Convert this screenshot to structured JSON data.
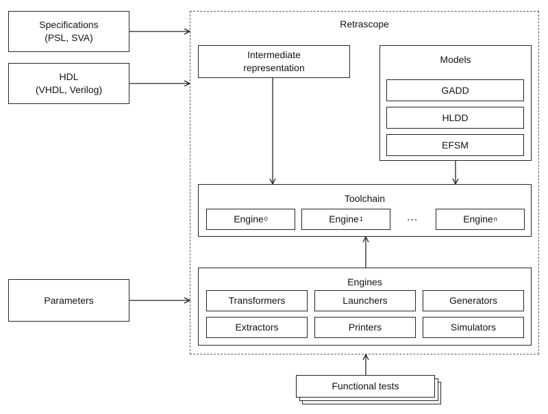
{
  "inputs": {
    "specifications": {
      "line1": "Specifications",
      "line2": "(PSL, SVA)"
    },
    "hdl": {
      "line1": "HDL",
      "line2": "(VHDL, Verilog)"
    },
    "parameters": {
      "label": "Parameters"
    }
  },
  "retrascope": {
    "title": "Retrascope",
    "intermediate": {
      "line1": "Intermediate",
      "line2": "representation"
    },
    "models": {
      "title": "Models",
      "items": [
        "GADD",
        "HLDD",
        "EFSM"
      ]
    },
    "toolchain": {
      "title": "Toolchain",
      "engines": [
        {
          "base": "Engine",
          "sub": "0"
        },
        {
          "base": "Engine",
          "sub": "1"
        },
        {
          "base": "Engine",
          "sub": "n"
        }
      ],
      "ellipsis": "..."
    },
    "engines": {
      "title": "Engines",
      "items": [
        "Transformers",
        "Launchers",
        "Generators",
        "Extractors",
        "Printers",
        "Simulators"
      ]
    }
  },
  "functional_tests": {
    "label": "Functional tests"
  }
}
